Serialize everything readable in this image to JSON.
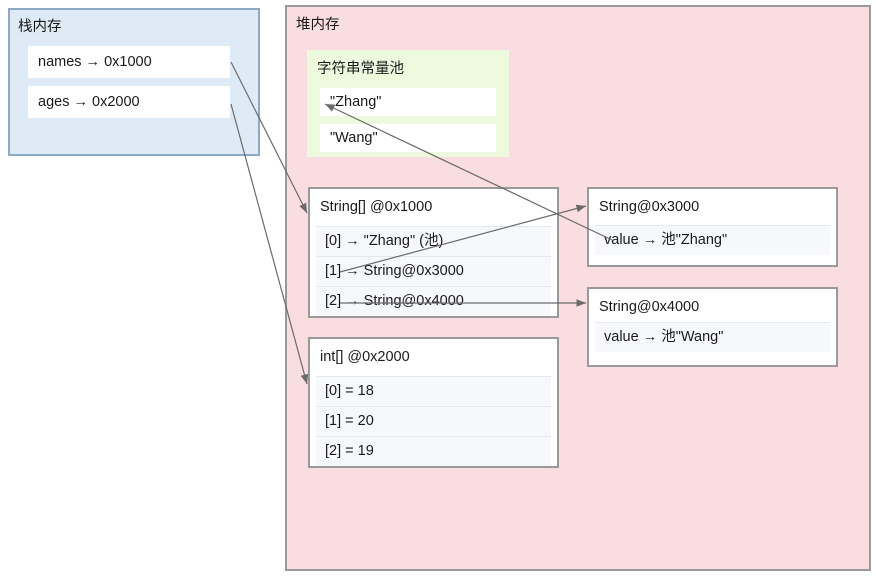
{
  "stack": {
    "title": "栈内存",
    "variables": [
      {
        "label": "names → 0x1000"
      },
      {
        "label": "ages → 0x2000"
      }
    ]
  },
  "heap": {
    "title": "堆内存",
    "pool": {
      "title": "字符串常量池",
      "entries": [
        {
          "label": "\"Zhang\""
        },
        {
          "label": "\"Wang\""
        }
      ]
    },
    "objects": [
      {
        "id": "string-array",
        "title": "String[] @0x1000",
        "rows": [
          {
            "label": "[0] → \"Zhang\" (池)"
          },
          {
            "label": "[1] → String@0x3000"
          },
          {
            "label": "[2] → String@0x4000"
          }
        ]
      },
      {
        "id": "int-array",
        "title": "int[] @0x2000",
        "rows": [
          {
            "label": "[0] = 18"
          },
          {
            "label": "[1] = 20"
          },
          {
            "label": "[2] = 19"
          }
        ]
      },
      {
        "id": "string-3000",
        "title": "String@0x3000",
        "rows": [
          {
            "label": "value → 池\"Zhang\""
          }
        ]
      },
      {
        "id": "string-4000",
        "title": "String@0x4000",
        "rows": [
          {
            "label": "value → 池\"Wang\""
          }
        ]
      }
    ]
  },
  "colors": {
    "stack_bg": "#deebf7",
    "stack_border": "#8ea9c6",
    "heap_bg": "#fadde1",
    "heap_border": "#9a9a9a",
    "pool_bg": "#eefadd",
    "box_bg": "#ffffff",
    "box_border": "#9a9a9a",
    "row_bg": "#f6f8fb",
    "arrow": "#6b6b6b",
    "text": "#1a1a1a"
  },
  "edges": [
    {
      "from": "stack-var-names",
      "to": "string-array"
    },
    {
      "from": "stack-var-ages",
      "to": "int-array"
    },
    {
      "from": "array-row-1",
      "to": "string-3000"
    },
    {
      "from": "array-row-2",
      "to": "string-4000"
    },
    {
      "from": "string-3000-value",
      "to": "pool-entry-zhang"
    }
  ]
}
